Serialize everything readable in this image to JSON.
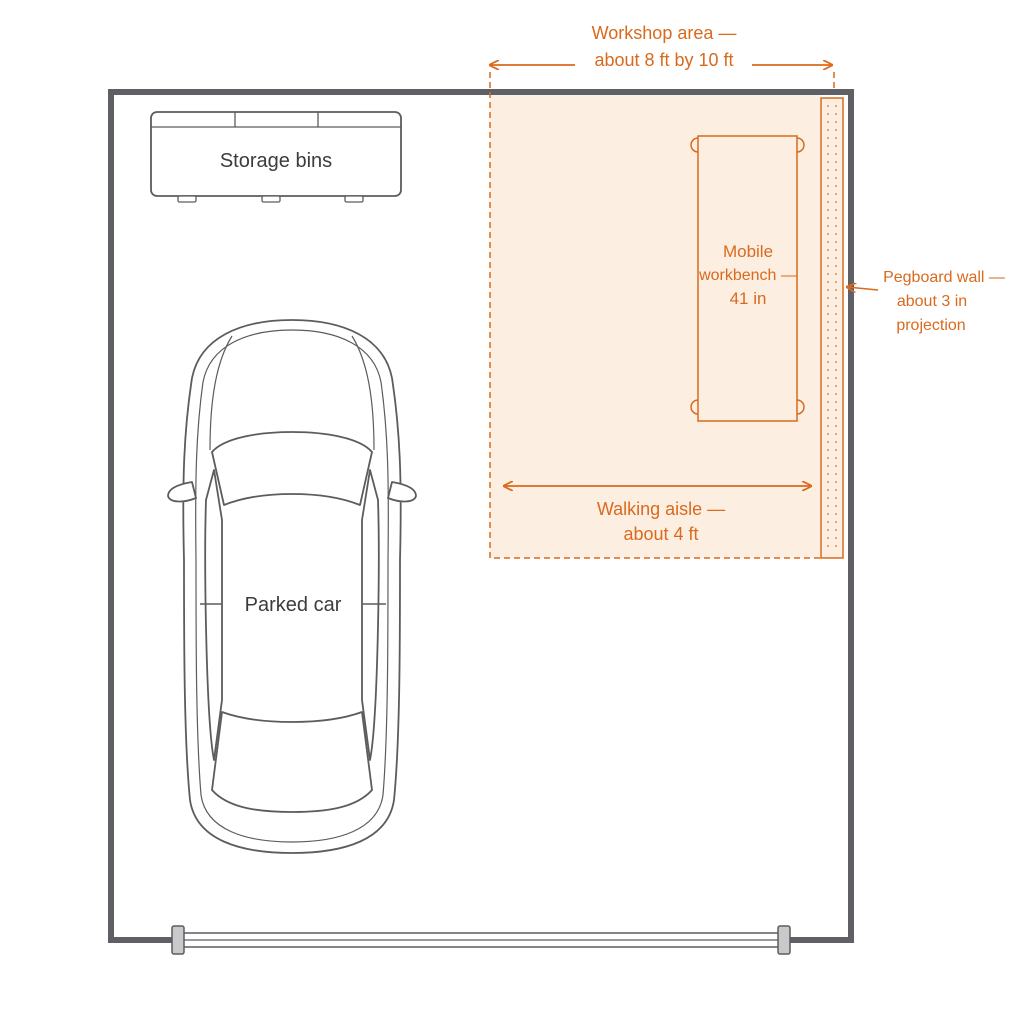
{
  "colors": {
    "wall": "#5f6066",
    "outline": "#5c5c5c",
    "accent": "#d96a1e",
    "workshop_fill": "#fdeee2",
    "background": "#ffffff"
  },
  "workshop": {
    "title_line1": "Workshop area —",
    "title_line2": "about 8 ft by 10 ft"
  },
  "workbench": {
    "line1": "Mobile",
    "line2": "workbench —",
    "line3": "41 in"
  },
  "pegboard": {
    "line1": "Pegboard wall —",
    "line2": "about 3 in",
    "line3": "projection"
  },
  "aisle": {
    "line1": "Walking aisle —",
    "line2": "about 4 ft"
  },
  "storage": {
    "label": "Storage bins"
  },
  "car": {
    "label": "Parked car"
  }
}
